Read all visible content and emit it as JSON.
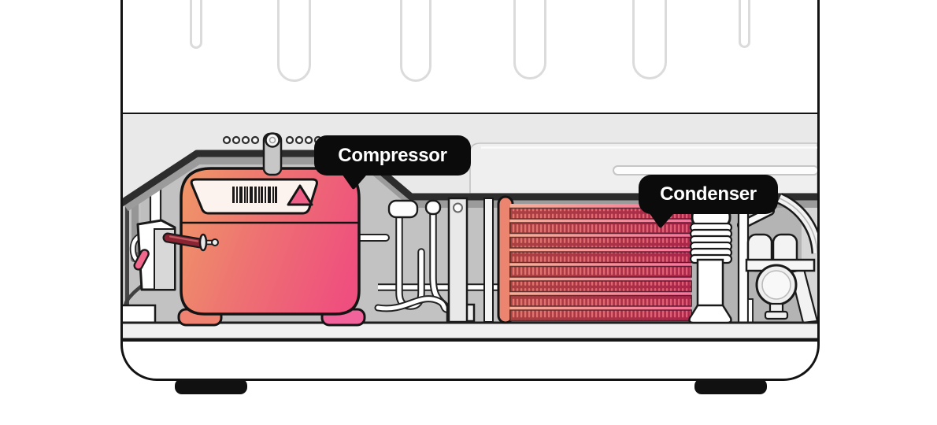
{
  "figure": {
    "type": "appliance-cutaway-diagram",
    "subject": "Refrigerator rear machinery compartment",
    "callouts": {
      "compressor": {
        "text": "Compressor"
      },
      "condenser": {
        "text": "Condenser"
      }
    },
    "parts_visible": [
      "back-panel-vent-slots",
      "vent-hole-row",
      "mounting-tab",
      "compressor-body",
      "barcode-label",
      "warning-triangle",
      "refrigerant-pipe",
      "relay-box",
      "condenser-coil",
      "drain-bellows-column",
      "fan-motor-assembly",
      "base-feet"
    ],
    "colors": {
      "callout_bg": "#0B0B0B",
      "callout_text": "#FFFFFF",
      "outline": "#141414",
      "compressor_gradient_left": "#EF9468",
      "compressor_gradient_mid": "#EE7272",
      "compressor_gradient_right": "#EF4F7E",
      "compressor_foot_left": "#F08272",
      "compressor_foot_right": "#F2639B",
      "triangle_pink": "#EE5E86",
      "condenser_header": "#EB8570",
      "condenser_fin_dark": "#8E2336",
      "condenser_fin_light": "#D56A6E",
      "condenser_gap_left": "#F5B5A8",
      "condenser_gap_right": "#F48BA0",
      "band_gray": "#E9E9E9",
      "wall_gray": "#C2C2C2",
      "rim_dark": "#2D2D2D",
      "bevel_gray": "#9B9B9B",
      "panel_gray": "#EFEFEF",
      "slot_outline": "#DBDBDB",
      "feet_black": "#111111"
    }
  }
}
